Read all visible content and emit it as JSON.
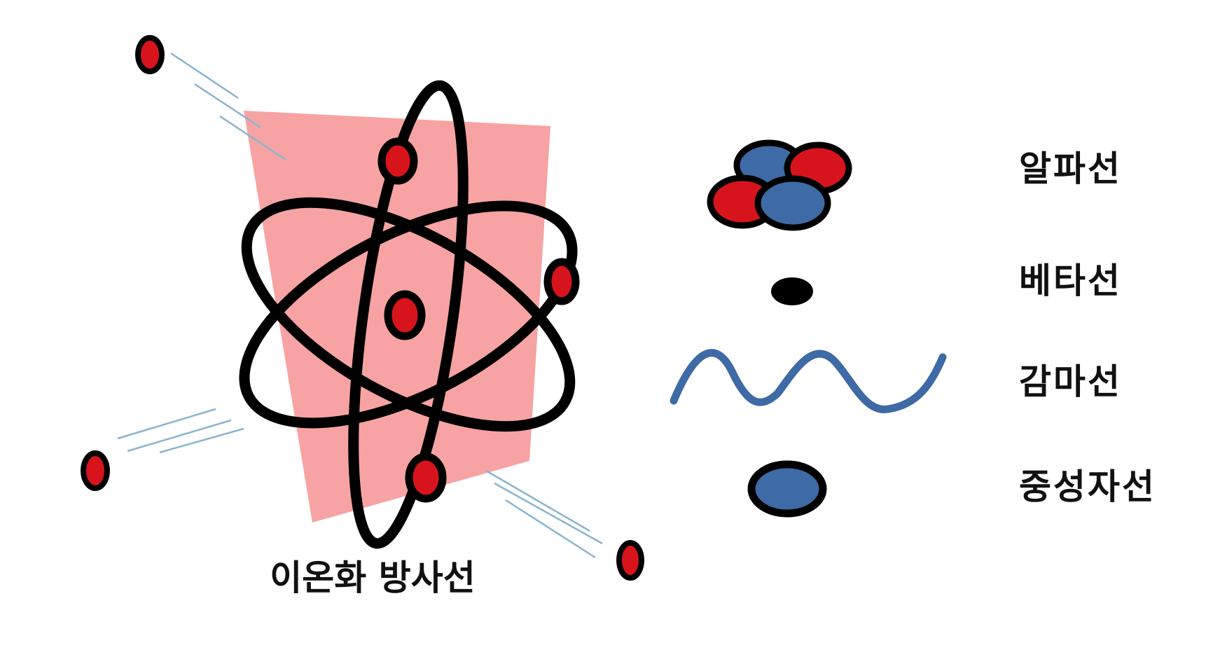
{
  "diagram": {
    "caption": "이온화 방사선"
  },
  "legend": {
    "items": [
      {
        "key": "alpha",
        "label": "알파선",
        "icon": "alpha-particle-icon"
      },
      {
        "key": "beta",
        "label": "베타선",
        "icon": "beta-particle-icon"
      },
      {
        "key": "gamma",
        "label": "감마선",
        "icon": "gamma-wave-icon"
      },
      {
        "key": "neutron",
        "label": "중성자선",
        "icon": "neutron-particle-icon"
      }
    ]
  },
  "colors": {
    "background": "#ffffff",
    "panel": "#f7a3a3",
    "orbit": "#000000",
    "electron": "#d7141c",
    "proton": "#d7141c",
    "neutron": "#3e6aa6",
    "wave": "#3e6aa6",
    "trail": "#8ab4cf",
    "beta": "#000000"
  }
}
